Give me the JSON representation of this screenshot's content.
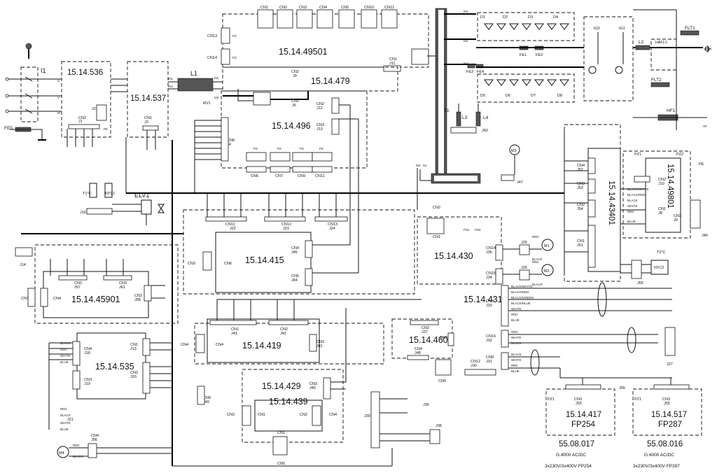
{
  "boards": {
    "b536": "15.14.536",
    "b537": "15.14.537",
    "b49501": "15.14.49501",
    "b479": "15.14.479",
    "b496": "15.14.496",
    "b415": "15.14.415",
    "b45901": "15.14.45901",
    "b419": "15.14.419",
    "b535": "15.14.535",
    "b429": "15.14.429",
    "b439": "15.14.439",
    "b460": "15.14.460",
    "b430": "15.14.430",
    "b431": "15.14.431",
    "b43401": "15.14.43401",
    "b49801": "15.14.49801",
    "b417": "15.14.417",
    "b517": "15.14.517"
  },
  "panels": {
    "fp254": "FP254",
    "fp287": "FP287",
    "p017_code": "55.08.017",
    "p016_code": "55.08.016",
    "p017_model": "G.4000 AC/DC",
    "p016_model": "G.4000 AC/DC",
    "p017_supply": "3x230V/3x400V FP254",
    "p016_supply": "3x230V/3x400V FP287"
  },
  "components": {
    "i1": "I1",
    "fe5": "FE5",
    "l1": "L1",
    "rv1": "RV1",
    "t1": "T1",
    "l3": "L3",
    "l4": "L4",
    "d1": "D1",
    "d2": "D2",
    "d3": "D3",
    "d4": "D4",
    "d5": "D5",
    "d6": "D6",
    "d7": "D7",
    "d8": "D8",
    "fe1": "FE1",
    "fe2": "FE2",
    "fe3": "FE3",
    "fe4": "FE4",
    "ig1": "IG1",
    "ig2": "IG2",
    "hall1": "HALL1",
    "flt1": "FLT1",
    "flt2": "FLT2",
    "l2": "L2",
    "hf1": "HF1",
    "hf": "HF",
    "elv1": "ELV1",
    "ntc1": "NTC1",
    "t1c": "T1°C",
    "t2c": "T2°C",
    "ntc2": "NTC2",
    "m1": "M1",
    "m2": "M2",
    "m3": "M3",
    "m4": "M4",
    "pe": "PE",
    "pz1a": "PZ1",
    "pz1b": "PZ1",
    "pz1c": "PZ1",
    "pz2": "PZ2"
  },
  "connectors": {
    "cn1a": "CN1",
    "cn2a": "CN2",
    "cn3a": "CN3",
    "cn4a": "CN4",
    "cn5a": "CN5",
    "cn10": "CN10",
    "cn12": "CN12",
    "cn13": "CN13",
    "cn14": "CN14",
    "cn8": "CN8",
    "cn6": "CN6",
    "cn7": "CN7",
    "cn9": "CN9",
    "cn11": "CN11",
    "j1": "J1",
    "j2": "J2",
    "j3": "J3",
    "j4": "J4",
    "j6": "J6",
    "j8": "J8",
    "j9": "J9",
    "j10": "J10",
    "j11": "J11",
    "j12": "J12",
    "j13": "J13",
    "j14": "J14",
    "j16": "J16",
    "j18": "J18",
    "j19": "J19",
    "j20": "J20",
    "j21": "J21",
    "j22": "J22",
    "j23": "J23",
    "j24": "J24",
    "j25": "J25",
    "j26": "J26",
    "j27": "J27",
    "j30": "J30",
    "j31": "J31",
    "j32": "J32",
    "j33": "J33",
    "j34": "J34",
    "j35": "J35",
    "j36": "J36",
    "j37": "J37",
    "j38": "J38",
    "j39": "J39",
    "j40": "J40",
    "j41": "J41",
    "j42": "J42",
    "j43": "J43",
    "j44": "J44",
    "j45": "J45",
    "j46": "J46",
    "j47": "J47",
    "j48": "J48",
    "j49": "J49",
    "j51": "J51",
    "j52": "J52",
    "j53": "J53",
    "j54": "J54",
    "j55a": "J55",
    "j55b": "J55",
    "j55c": "J55",
    "j56": "J56",
    "j57": "J57",
    "j58": "J58",
    "j60": "J60",
    "j61": "J61",
    "j65": "J65",
    "cn15": "CN15",
    "cn16": "CN16",
    "cn14b": "CN14"
  },
  "wire_colors": {
    "black": "BLACK",
    "red": "RED",
    "white": "WHITE",
    "blue": "BLUE",
    "bw": "BLACK/WHITE",
    "br": "BLACK/RED",
    "bg": "BLACK/GREEN",
    "bb": "BLACK/BLUE"
  },
  "pins": {
    "in1": "IN1",
    "in2": "IN2",
    "m1": "M1",
    "m2": "M2",
    "m3": "M3",
    "m4": "M4",
    "n1": "N1",
    "n3": "N3",
    "u": "U",
    "v": "V",
    "w": "W",
    "pz": "PZ",
    "fn1": "FN1",
    "fn2": "FN2"
  }
}
